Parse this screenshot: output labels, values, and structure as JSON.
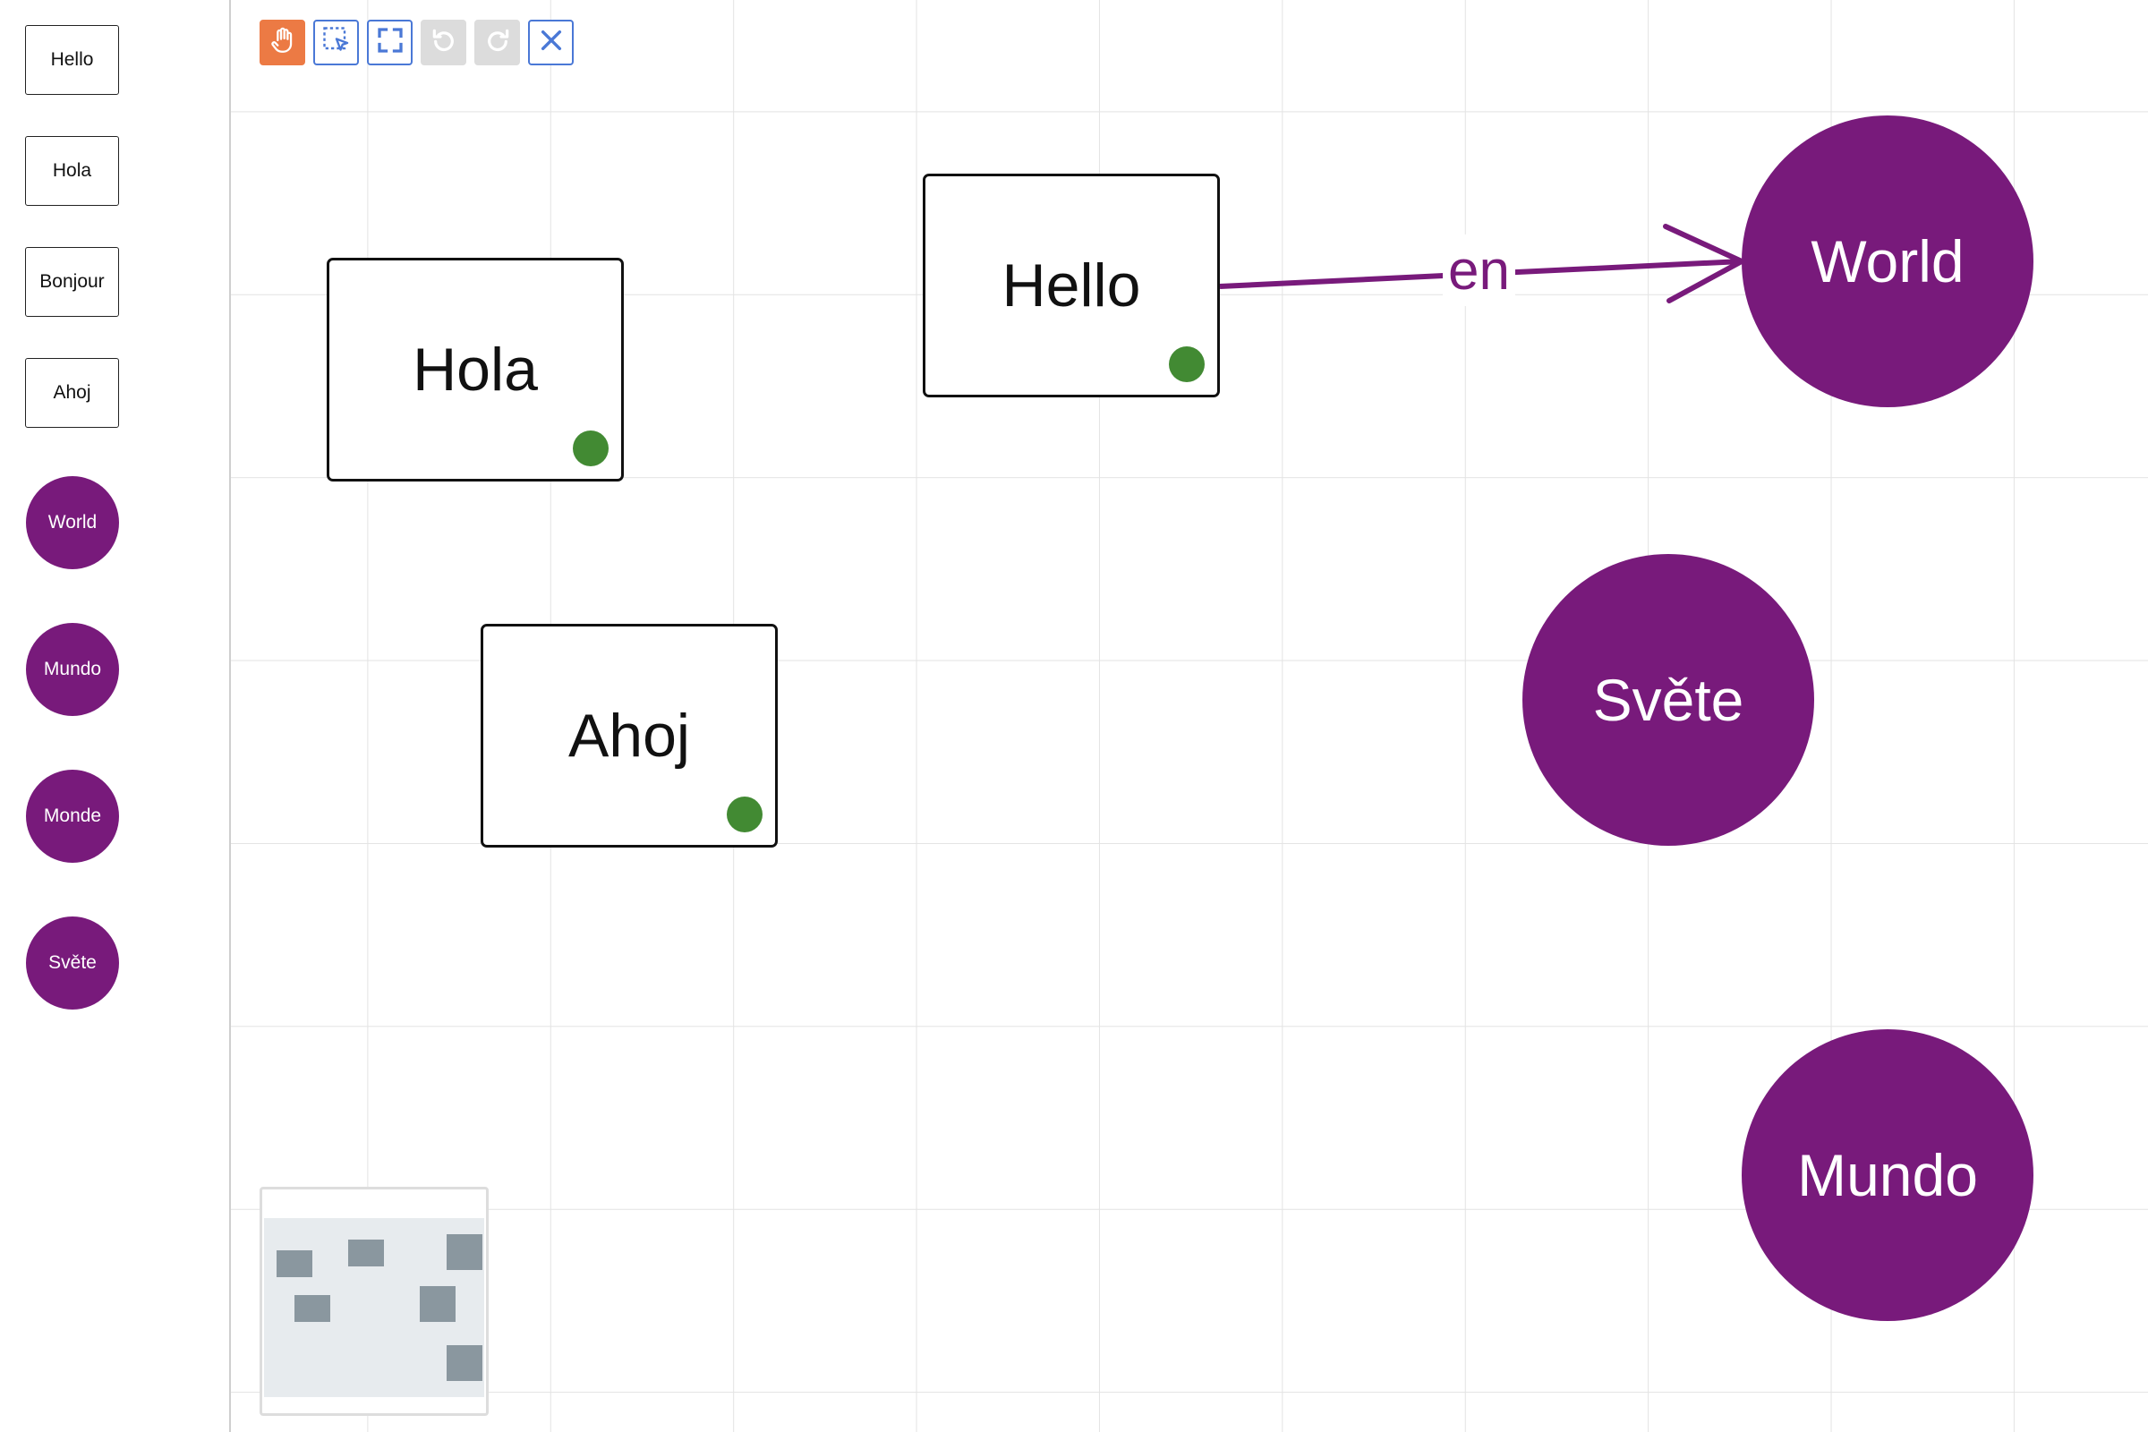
{
  "palette": {
    "rect_items": [
      "Hello",
      "Hola",
      "Bonjour",
      "Ahoj"
    ],
    "circle_items": [
      "World",
      "Mundo",
      "Monde",
      "Světe"
    ]
  },
  "toolbar": {
    "buttons": [
      {
        "name": "pan-tool",
        "icon": "hand-icon",
        "state": "active"
      },
      {
        "name": "select-tool",
        "icon": "select-icon",
        "state": "enabled"
      },
      {
        "name": "fit-view",
        "icon": "fullscreen-icon",
        "state": "enabled"
      },
      {
        "name": "undo",
        "icon": "undo-icon",
        "state": "disabled"
      },
      {
        "name": "redo",
        "icon": "redo-icon",
        "state": "disabled"
      },
      {
        "name": "delete",
        "icon": "close-icon",
        "state": "enabled"
      }
    ]
  },
  "graph": {
    "source_nodes": {
      "hola": "Hola",
      "hello": "Hello",
      "ahoj": "Ahoj"
    },
    "target_nodes": {
      "world": "World",
      "svete": "Světe",
      "mundo": "Mundo"
    },
    "edges": [
      {
        "from": "Hello",
        "to": "World",
        "label": "en"
      }
    ]
  },
  "colors": {
    "accent_purple": "#781a7b",
    "handle_green": "#428a33",
    "active_tool": "#ec7a44",
    "tool_blue": "#4a78d6"
  }
}
